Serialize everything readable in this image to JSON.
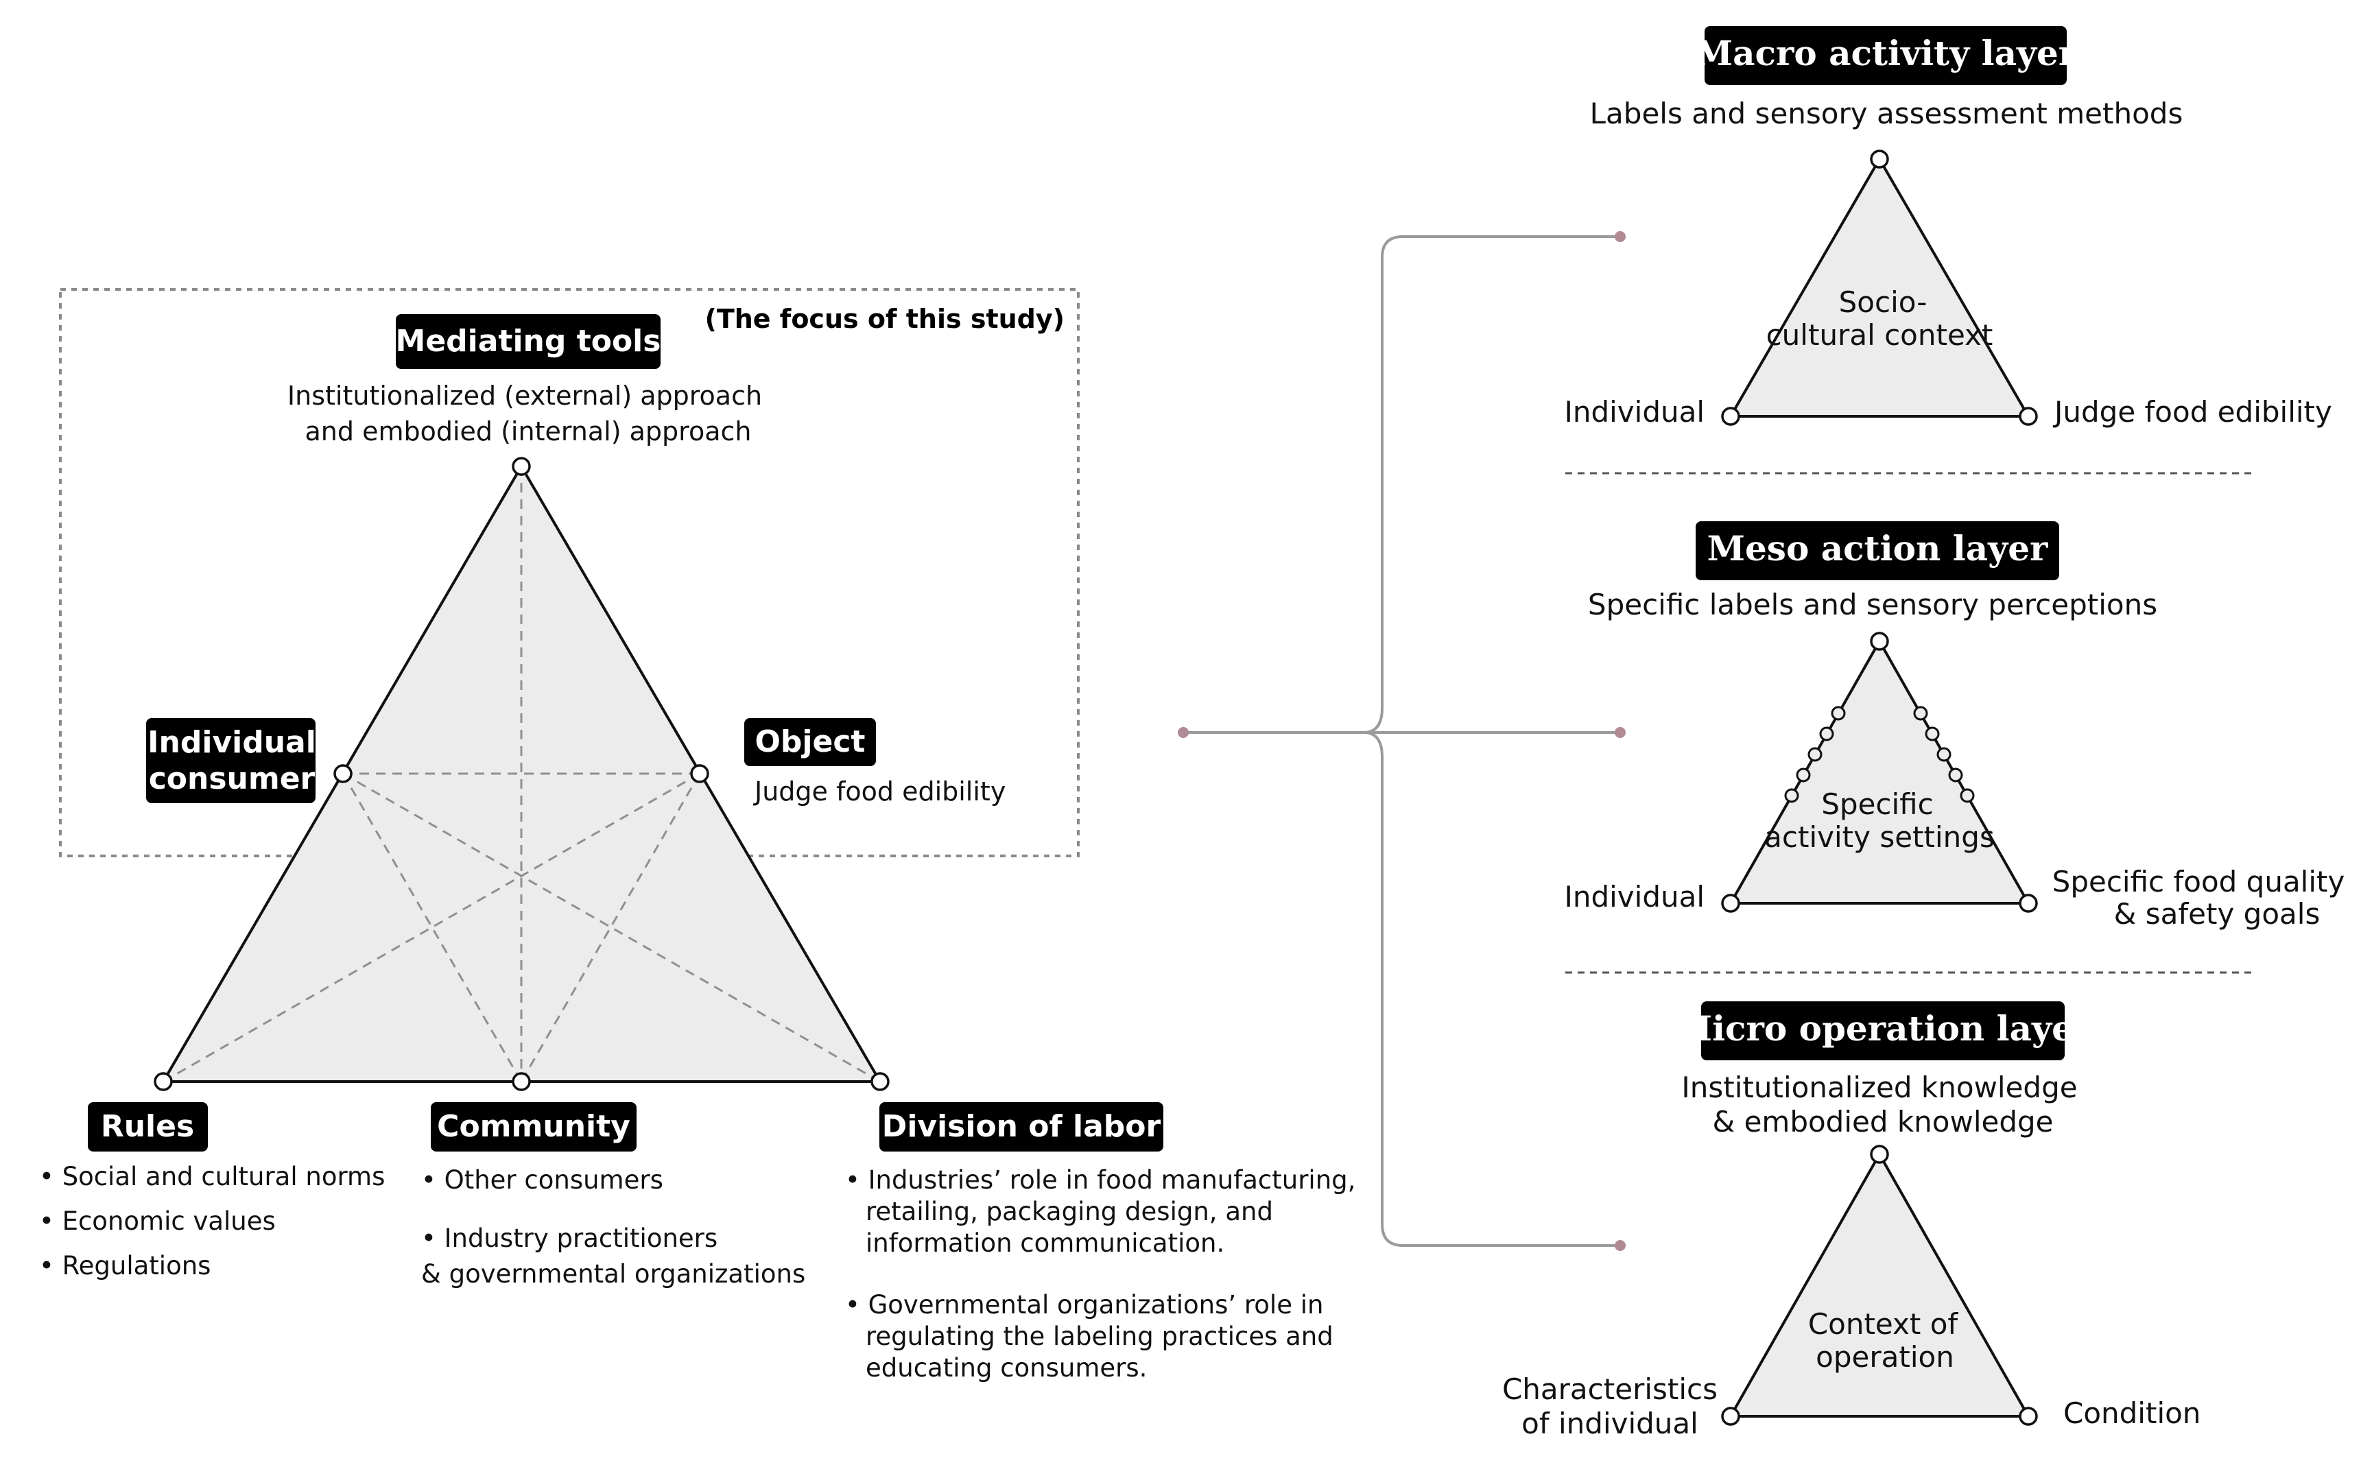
{
  "focus_note": "(The focus of this study)",
  "main": {
    "mediating_tools": {
      "title": "Mediating tools",
      "desc_line1": "Institutionalized (external) approach",
      "desc_line2": "and embodied (internal) approach"
    },
    "individual_consumer": {
      "line1": "Individual",
      "line2": "consumer"
    },
    "object": {
      "title": "Object",
      "desc": "Judge food edibility"
    },
    "rules": {
      "title": "Rules",
      "items": [
        "• Social and cultural norms",
        "• Economic values",
        "• Regulations"
      ]
    },
    "community": {
      "title": "Community",
      "item1": "• Other consumers",
      "item2_line1": "• Industry practitioners",
      "item2_line2": "& governmental organizations"
    },
    "division_of_labor": {
      "title": "Division of labor",
      "item1_lines": [
        "• Industries’ role in food manufacturing,",
        "retailing, packaging design, and",
        "information communication."
      ],
      "item2_lines": [
        "• Governmental organizations’ role in",
        "regulating the labeling practices and",
        "educating consumers."
      ]
    }
  },
  "layers": {
    "macro": {
      "title": "Macro activity layer",
      "top": "Labels and sensory assessment methods",
      "center_line1": "Socio-",
      "center_line2": "cultural context",
      "left": "Individual",
      "right": "Judge food edibility"
    },
    "meso": {
      "title": "Meso action layer",
      "top": "Specific labels and sensory perceptions",
      "center_line1": "Specific",
      "center_line2": "activity settings",
      "left": "Individual",
      "right_line1": "Specific food quality",
      "right_line2": "& safety goals"
    },
    "micro": {
      "title": "Micro operation layer",
      "top_line1": "Institutionalized knowledge",
      "top_line2": "& embodied knowledge",
      "center_line1": "Context of",
      "center_line2": "operation",
      "left_line1": "Characteristics",
      "left_line2": "of individual",
      "right": "Condition"
    }
  }
}
